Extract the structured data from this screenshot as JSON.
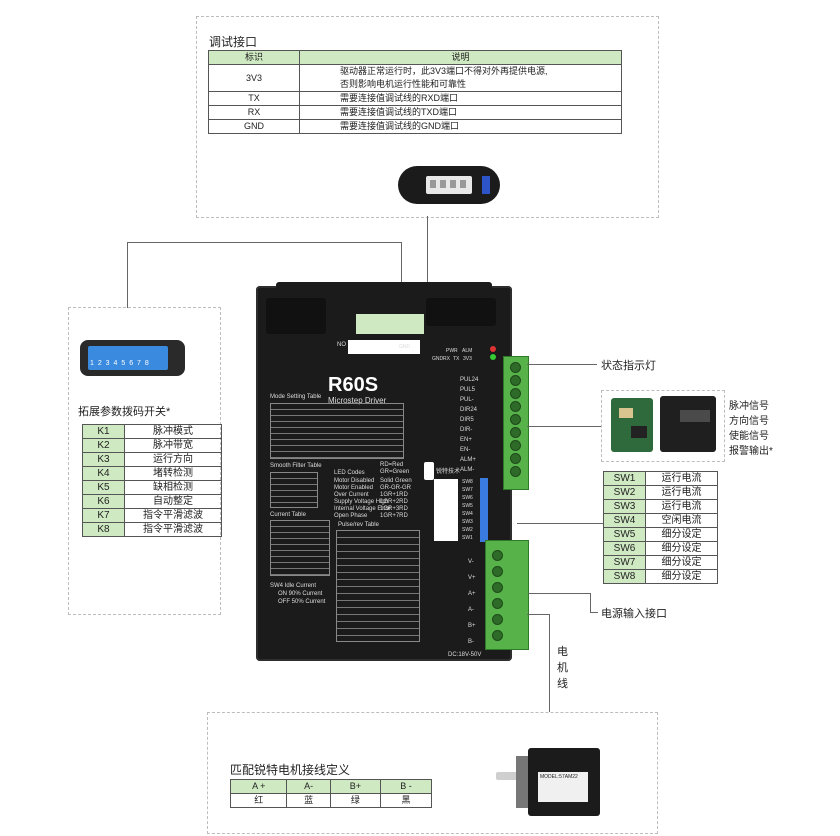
{
  "debug": {
    "title": "调试接口",
    "headers": [
      "标识",
      "说明"
    ],
    "rows": [
      {
        "id": "3V3",
        "desc": "驱动器正常运行时，此3V3端口不得对外再提供电源,\n否则影响电机运行性能和可靠性"
      },
      {
        "id": "TX",
        "desc": "需要连接值调试线的RXD端口"
      },
      {
        "id": "RX",
        "desc": "需要连接值调试线的TXD端口"
      },
      {
        "id": "GND",
        "desc": "需要连接值调试线的GND端口"
      }
    ]
  },
  "dip": {
    "title": "拓展参数拨码开关*",
    "switch_text": "1 2 3 4 5 6 7 8",
    "rows": [
      {
        "k": "K1",
        "v": "脉冲模式"
      },
      {
        "k": "K2",
        "v": "脉冲带宽"
      },
      {
        "k": "K3",
        "v": "运行方向"
      },
      {
        "k": "K4",
        "v": "堵转检测"
      },
      {
        "k": "K5",
        "v": "缺相检测"
      },
      {
        "k": "K6",
        "v": "自动整定"
      },
      {
        "k": "K7",
        "v": "指令平滑滤波"
      },
      {
        "k": "K8",
        "v": "指令平滑滤波"
      }
    ]
  },
  "status_label": "状态指示灯",
  "signals": {
    "items": [
      "脉冲信号",
      "方向信号",
      "使能信号",
      "报警输出*"
    ]
  },
  "sw": {
    "rows": [
      {
        "k": "SW1",
        "v": "运行电流"
      },
      {
        "k": "SW2",
        "v": "运行电流"
      },
      {
        "k": "SW3",
        "v": "运行电流"
      },
      {
        "k": "SW4",
        "v": "空闲电流"
      },
      {
        "k": "SW5",
        "v": "细分设定"
      },
      {
        "k": "SW6",
        "v": "细分设定"
      },
      {
        "k": "SW7",
        "v": "细分设定"
      },
      {
        "k": "SW8",
        "v": "细分设定"
      }
    ]
  },
  "power_label": "电源输入接口",
  "motor_label": "电机线",
  "driver": {
    "model": "R60S",
    "subtitle": "Microstep Driver",
    "mode_title": "Mode Setting Table",
    "filter_title": "Smooth Filter Table",
    "led_title": "LED Codes",
    "current_title": "Current Table",
    "pulse_title": "Pulse/rev Table",
    "idle_title": "SW4 Idle Current",
    "idle_on": "ON  90% Current",
    "idle_off": "OFF 50% Current",
    "led_legend": "RD=Red\nGR=Green",
    "led_codes": [
      "Motor Disabled",
      "Motor Enabled",
      "Over Current",
      "Supply Voltage High",
      "Internal Voltage Error",
      "Open Phase"
    ],
    "led_values": [
      "Solid Green",
      "GR-GR-GR",
      "1GR+1RD",
      "1GR+2RD",
      "1GR+3RD",
      "1GR+7RD"
    ],
    "dc_label": "DC:18V-50V",
    "top_ports": [
      "PUL24",
      "PUL5",
      "PUL-",
      "DIR24",
      "DIR5",
      "DIR-",
      "EN+",
      "EN-",
      "ALM+",
      "ALM-"
    ],
    "bottom_ports": [
      "V-",
      "V+",
      "A+",
      "A-",
      "B+",
      "B-"
    ],
    "sw_side": [
      "SW8",
      "SW7",
      "SW6",
      "SW5",
      "SW4",
      "SW3",
      "SW2",
      "SW1"
    ],
    "top_small": [
      "GND",
      "RX",
      "TX",
      "3V3"
    ],
    "led_small": [
      "PWR",
      "ALM"
    ],
    "brand": "锐特技术"
  },
  "motor": {
    "title": "匹配锐特电机接线定义",
    "headers": [
      "A +",
      "A-",
      "B+",
      "B -"
    ],
    "colors": [
      "红",
      "蓝",
      "绿",
      "黑"
    ],
    "nameplate": "MODEL:57AM22"
  }
}
